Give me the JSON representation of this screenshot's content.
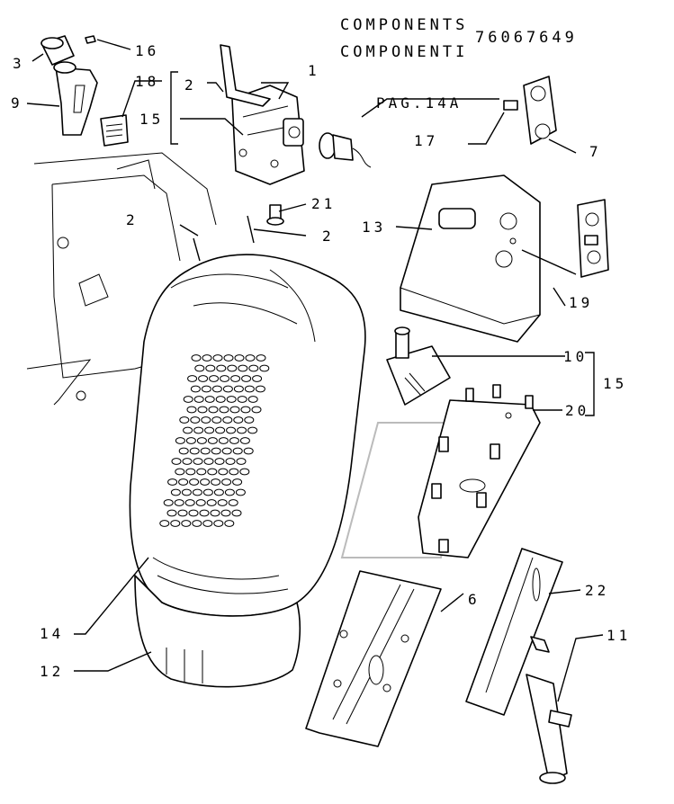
{
  "header": {
    "title_line1": "COMPONENTS",
    "title_line2": "COMPONENTI",
    "part_code": "76067649"
  },
  "callouts": {
    "c1": "1",
    "c2a": "2",
    "c2b": "2",
    "c2c": "2",
    "c3": "3",
    "c6": "6",
    "c7": "7",
    "c9": "9",
    "c10": "10",
    "c11": "11",
    "c12": "12",
    "c13": "13",
    "c14": "14",
    "c15a": "15",
    "c15b": "15",
    "c16": "16",
    "c17": "17",
    "c18": "18",
    "c19": "19",
    "c20": "20",
    "c21": "21",
    "c22": "22",
    "page_ref": "PAG.14A"
  }
}
